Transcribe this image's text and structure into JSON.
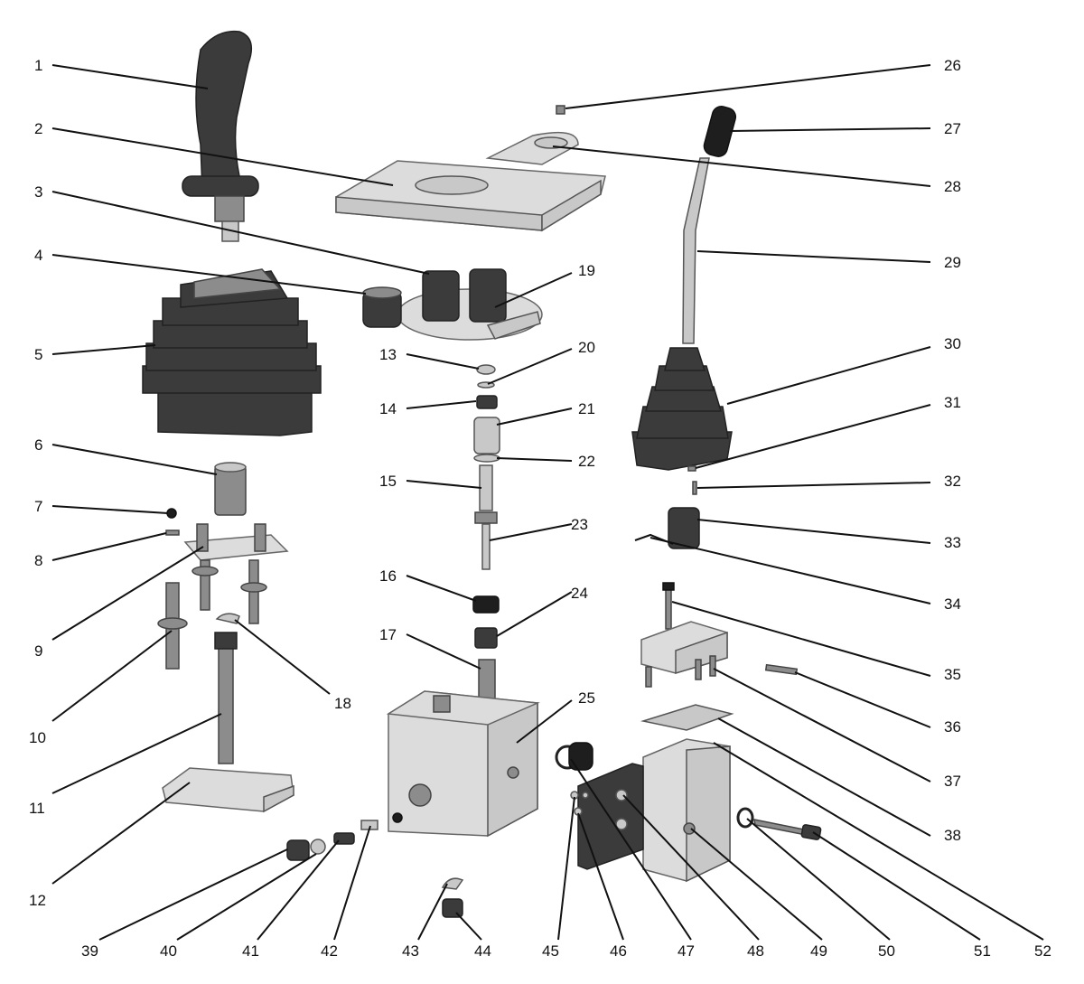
{
  "callouts": [
    "1",
    "2",
    "3",
    "4",
    "5",
    "6",
    "7",
    "8",
    "9",
    "10",
    "11",
    "12",
    "13",
    "14",
    "15",
    "16",
    "17",
    "18",
    "19",
    "20",
    "21",
    "22",
    "23",
    "24",
    "25",
    "26",
    "27",
    "28",
    "29",
    "30",
    "31",
    "32",
    "33",
    "34",
    "35",
    "36",
    "37",
    "38",
    "39",
    "40",
    "41",
    "42",
    "43",
    "44",
    "45",
    "46",
    "47",
    "48",
    "49",
    "50",
    "51",
    "52"
  ]
}
